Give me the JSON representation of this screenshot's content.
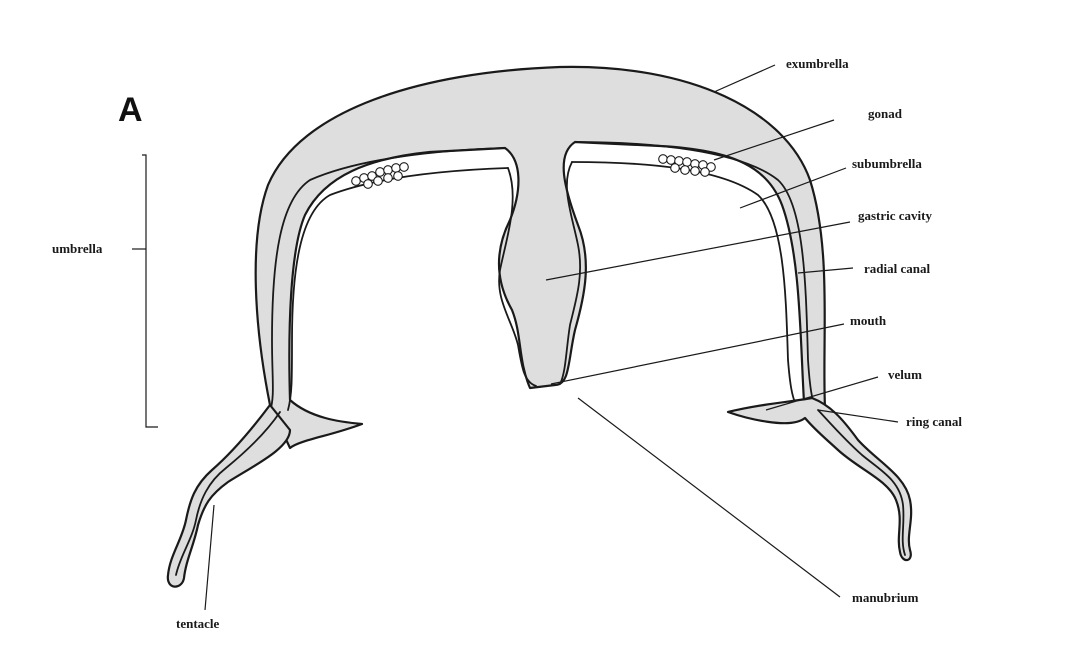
{
  "panel_letter": "A",
  "labels": {
    "exumbrella": "exumbrella",
    "gonad": "gonad",
    "subumbrella": "subumbrella",
    "gastric_cavity": "gastric cavity",
    "radial_canal": "radial canal",
    "mouth": "mouth",
    "velum": "velum",
    "ring_canal": "ring canal",
    "manubrium": "manubrium",
    "umbrella": "umbrella",
    "tentacle": "tentacle"
  },
  "colors": {
    "tissue_fill": "#dedede",
    "outline": "#1a1a1a",
    "background": "#ffffff"
  }
}
